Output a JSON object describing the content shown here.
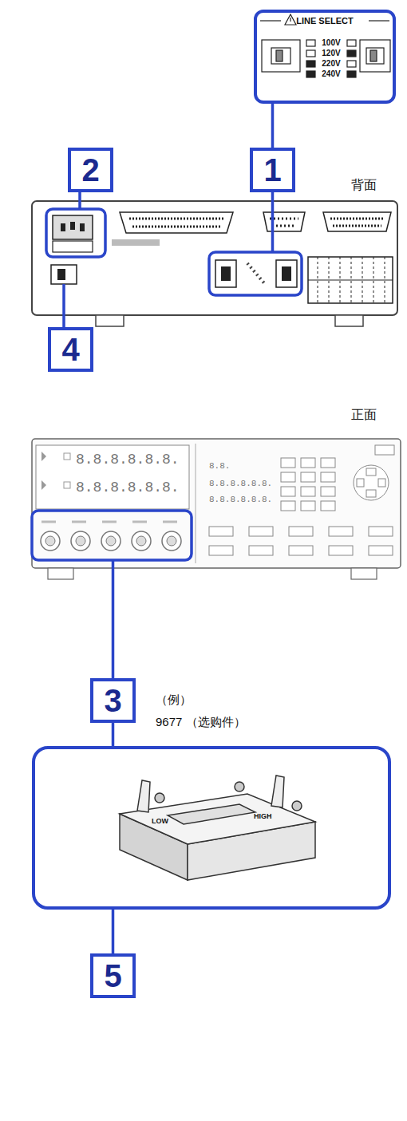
{
  "diagram": {
    "nodes": [
      {
        "text": [
          "LINE SELECT",
          "100V",
          "120V",
          "220V",
          "240V"
        ]
      },
      {
        "text": [
          "2"
        ]
      },
      {
        "text": [
          "1"
        ]
      },
      {
        "text": [
          "4"
        ]
      },
      {
        "text": [
          "3"
        ]
      },
      {
        "text": [
          "LOW",
          "HIGH"
        ]
      },
      {
        "text": [
          "5"
        ]
      }
    ],
    "edges": [
      {
        "from": 2,
        "to": 0,
        "arrow": "none"
      },
      {
        "from": 4,
        "to": 5,
        "arrow": "none"
      },
      {
        "from": 5,
        "to": 6,
        "arrow": "none"
      }
    ],
    "labels": [
      "背面",
      "正面",
      "8.8.8.8.8.8.",
      "8.8.8.8.8.8.",
      "8.8.",
      "8.8.8.8.8.8.",
      "8.8.8.8.8.8.",
      "（例）",
      "9677 （选购件）"
    ]
  }
}
